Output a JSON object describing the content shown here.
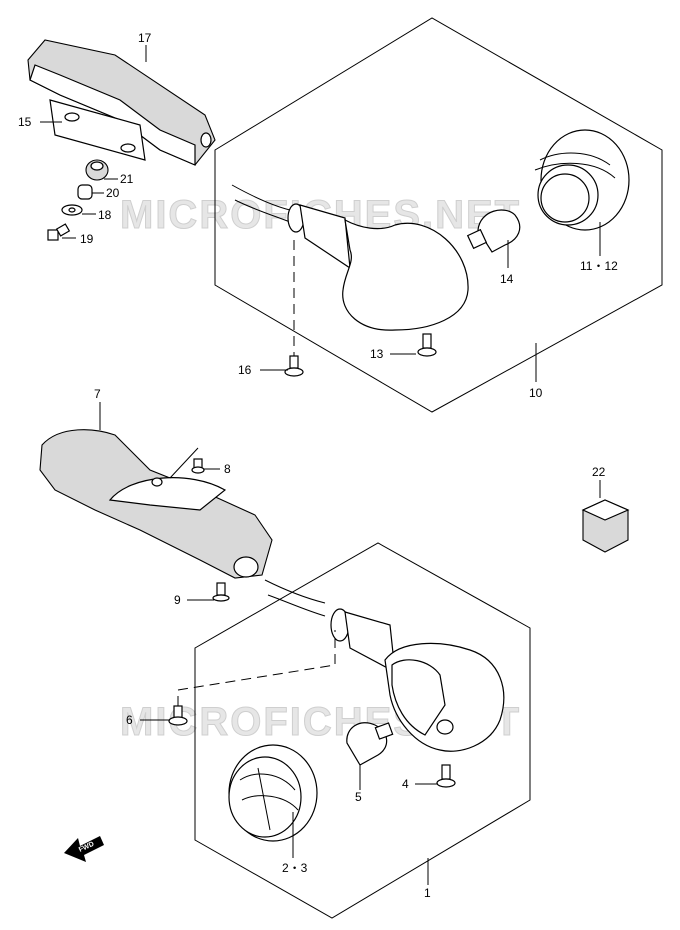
{
  "watermark": {
    "text": "MICROFICHES.NET"
  },
  "fwd_marker": {
    "label": "FWD"
  },
  "callouts": [
    {
      "id": "c17",
      "text": "17"
    },
    {
      "id": "c15",
      "text": "15"
    },
    {
      "id": "c21",
      "text": "21"
    },
    {
      "id": "c20",
      "text": "20"
    },
    {
      "id": "c18",
      "text": "18"
    },
    {
      "id": "c19",
      "text": "19"
    },
    {
      "id": "c16",
      "text": "16"
    },
    {
      "id": "c13",
      "text": "13"
    },
    {
      "id": "c14",
      "text": "14"
    },
    {
      "id": "c11_12",
      "text": "11・12"
    },
    {
      "id": "c10",
      "text": "10"
    },
    {
      "id": "c7",
      "text": "7"
    },
    {
      "id": "c8",
      "text": "8"
    },
    {
      "id": "c22",
      "text": "22"
    },
    {
      "id": "c9",
      "text": "9"
    },
    {
      "id": "c6",
      "text": "6"
    },
    {
      "id": "c4",
      "text": "4"
    },
    {
      "id": "c5",
      "text": "5"
    },
    {
      "id": "c2_3",
      "text": "2・3"
    },
    {
      "id": "c1",
      "text": "1"
    }
  ]
}
